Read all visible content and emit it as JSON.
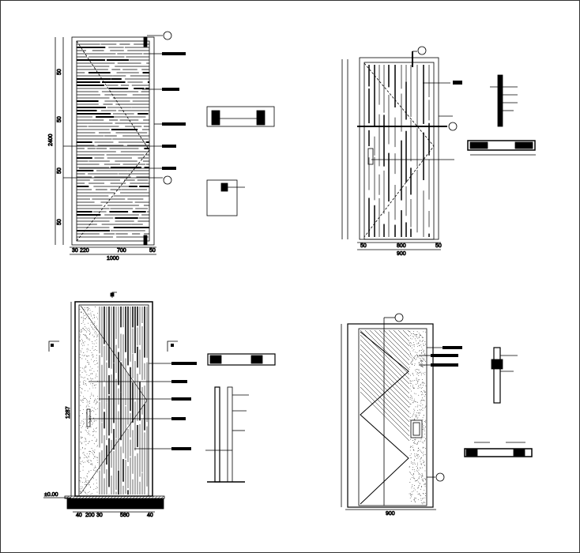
{
  "drawing": {
    "background": "#ffffff",
    "ink": "#000000",
    "door_a": {
      "height_dim": "2400",
      "width_dim": "1000",
      "sub_dims": [
        "30",
        "220",
        "700",
        "50"
      ],
      "segment_dims": [
        "50",
        "50",
        "50",
        "50"
      ]
    },
    "door_b": {
      "width_dim": "900",
      "sub_dims": [
        "50",
        "800",
        "50"
      ]
    },
    "door_c": {
      "height_dim": "1287",
      "floor_label": "±0.00",
      "sub_dims": [
        "40",
        "200",
        "30",
        "580",
        "40"
      ]
    },
    "door_d": {
      "width_dim": "900"
    }
  }
}
